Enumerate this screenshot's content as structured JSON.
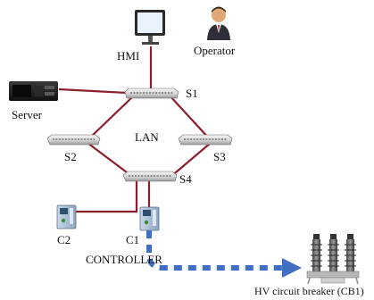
{
  "diagram": {
    "labels": {
      "hmi": "HMI",
      "operator": "Operator",
      "server": "Server",
      "lan": "LAN",
      "s1": "S1",
      "s2": "S2",
      "s3": "S3",
      "s4": "S4",
      "c1": "C1",
      "c2": "C2",
      "controller": "CONTROLLER",
      "breaker": "HV circuit breaker (CB1)"
    },
    "colors": {
      "link": "#8B1E2B",
      "flow": "#3F6FC0"
    },
    "icons": {
      "hmi": "monitor-icon",
      "operator": "person-icon",
      "server": "server-icon",
      "switch": "network-switch-icon",
      "controller": "controller-device-icon",
      "breaker": "circuit-breaker-icon"
    }
  }
}
